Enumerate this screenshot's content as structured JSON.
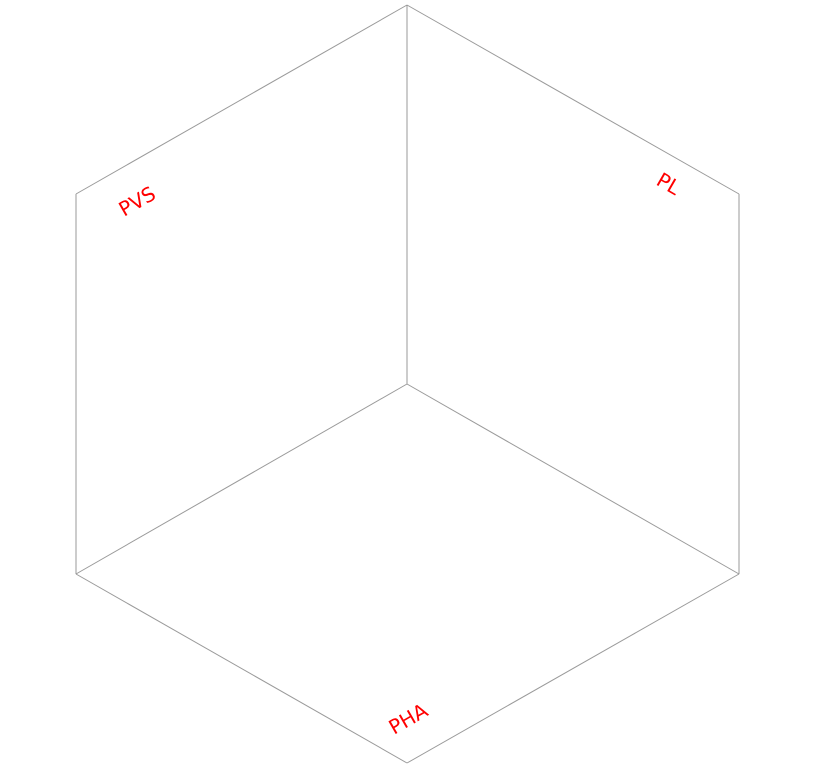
{
  "diagram": {
    "labels": {
      "pvs": "PVS",
      "pl": "PL",
      "pha": "PHA"
    },
    "colors": {
      "edge": "#9a9a9a",
      "label": "#ff0000",
      "background": "#ffffff"
    }
  }
}
